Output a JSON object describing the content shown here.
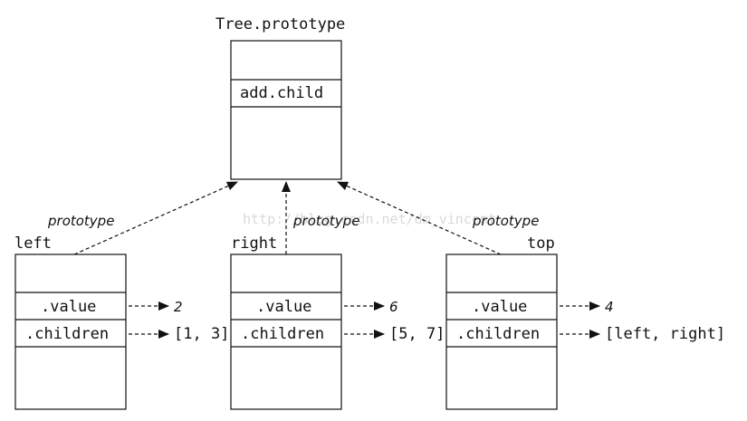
{
  "prototype_box": {
    "title": "Tree.prototype",
    "method": "add.child"
  },
  "edge_label": "prototype",
  "watermark": "http://blog.csdn.net/dm_vincent",
  "objects": [
    {
      "name": "left",
      "value_field": ".value",
      "children_field": ".children",
      "value": "2",
      "children": "[1, 3]"
    },
    {
      "name": "right",
      "value_field": ".value",
      "children_field": ".children",
      "value": "6",
      "children": "[5, 7]"
    },
    {
      "name": "top",
      "value_field": ".value",
      "children_field": ".children",
      "value": "4",
      "children": "[left, right]"
    }
  ]
}
